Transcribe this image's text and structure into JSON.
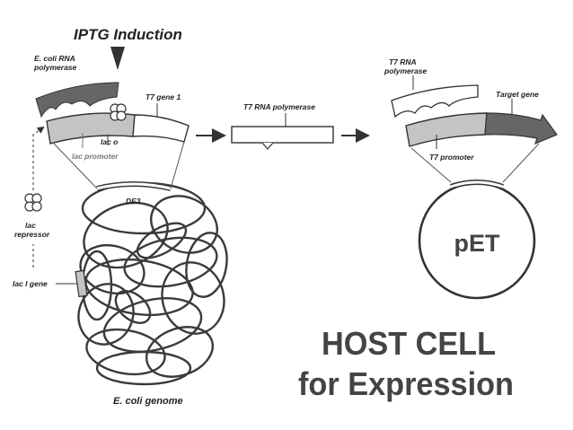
{
  "labels": {
    "iptg": "IPTG Induction",
    "ecoli_rna_pol_line1": "E. coli RNA",
    "ecoli_rna_pol_line2": "polymerase",
    "t7_gene1": "T7 gene 1",
    "lac_o": "lac o",
    "lac_promoter": "lac promoter",
    "t7_rna_polymerase": "T7 RNA polymerase",
    "t7_rna_pol_line1": "T7 RNA",
    "t7_rna_pol_line2": "polymerase",
    "target_gene": "Target gene",
    "t7_promoter": "T7 promoter",
    "de3": "DE3",
    "lac_repressor_line1": "lac",
    "lac_repressor_line2": "repressor",
    "lac_i_gene": "lac I gene",
    "ecoli_genome": "E. coli genome",
    "pet": "pET",
    "host_cell": "HOST CELL",
    "for_expression": "for Expression"
  },
  "colors": {
    "ink": "#333333",
    "dark_gray": "#666666",
    "mid_gray": "#9a9a9a",
    "light_gray": "#c4c4c4"
  }
}
